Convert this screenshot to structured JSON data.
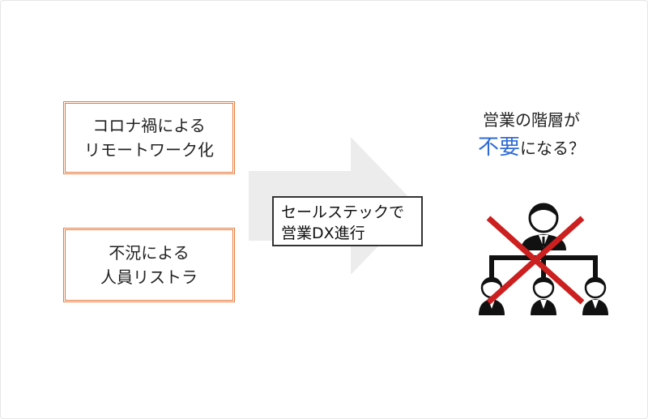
{
  "causes": [
    {
      "line1": "コロナ禍による",
      "line2": "リモートワーク化"
    },
    {
      "line1": "不況による",
      "line2": "人員リストラ"
    }
  ],
  "dx_box": {
    "line1": "セールステックで",
    "line2": "営業DX進行"
  },
  "question": {
    "line1": "営業の階層が",
    "accent": "不要",
    "rest": "になる？"
  },
  "colors": {
    "cause_border": "#e87a3c",
    "accent_text": "#2f6bd6",
    "cross": "#cc1f1f",
    "arrow": "#ececec"
  },
  "icons": [
    "org-chart-icon",
    "cross-mark-icon",
    "right-arrow-icon"
  ]
}
